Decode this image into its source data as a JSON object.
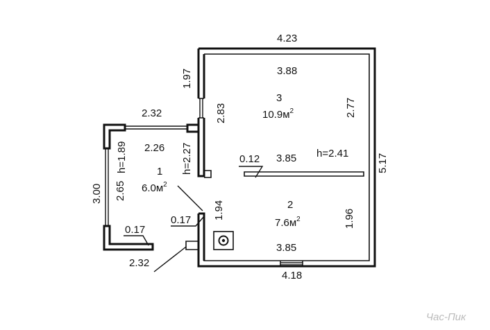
{
  "dimensions": {
    "outer_top": "4.23",
    "outer_right": "5.17",
    "outer_bottom": "4.18",
    "left_upper_wall": "1.97",
    "porch_top": "2.32",
    "porch_left": "3.00",
    "porch_bottom": "2.32",
    "room3_top_inner": "3.88",
    "room3_left_inner": "2.83",
    "room3_right_inner": "2.77",
    "partition_length": "3.85",
    "partition_thickness": "0.12",
    "room1_top_inner": "2.26",
    "room1_right_inner": "2.27",
    "room1_left_inner": "2.65",
    "room2_left_inner": "1.94",
    "room2_right_inner": "1.96",
    "room2_bottom_inner": "3.85",
    "wall_thickness_door": "0.17",
    "wall_thickness_porch": "0.17"
  },
  "rooms": [
    {
      "number": "3",
      "area": "10.9м",
      "sup": "2"
    },
    {
      "number": "1",
      "area": "6.0м",
      "sup": "2"
    },
    {
      "number": "2",
      "area": "7.6м",
      "sup": "2"
    }
  ],
  "heights": {
    "porch": "h=1.89",
    "room1": "h=2.27",
    "house": "h=2.41"
  },
  "watermark": "Час-Пик"
}
